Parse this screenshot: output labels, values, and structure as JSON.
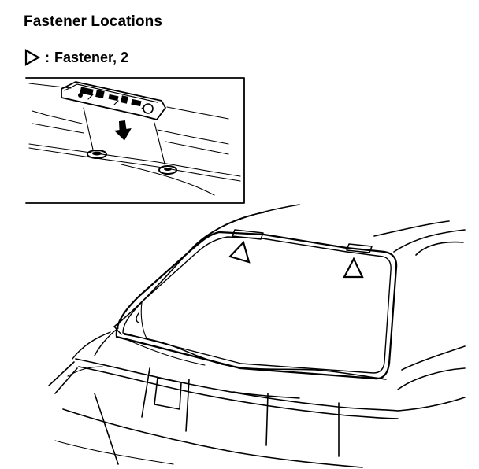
{
  "title": "Fastener Locations",
  "legend": {
    "separator": ":",
    "label": "Fastener, 2",
    "symbol_icon": "hollow-triangle-icon"
  },
  "fastener_marker_count": 2,
  "colors": {
    "line": "#000000",
    "background": "#ffffff"
  }
}
